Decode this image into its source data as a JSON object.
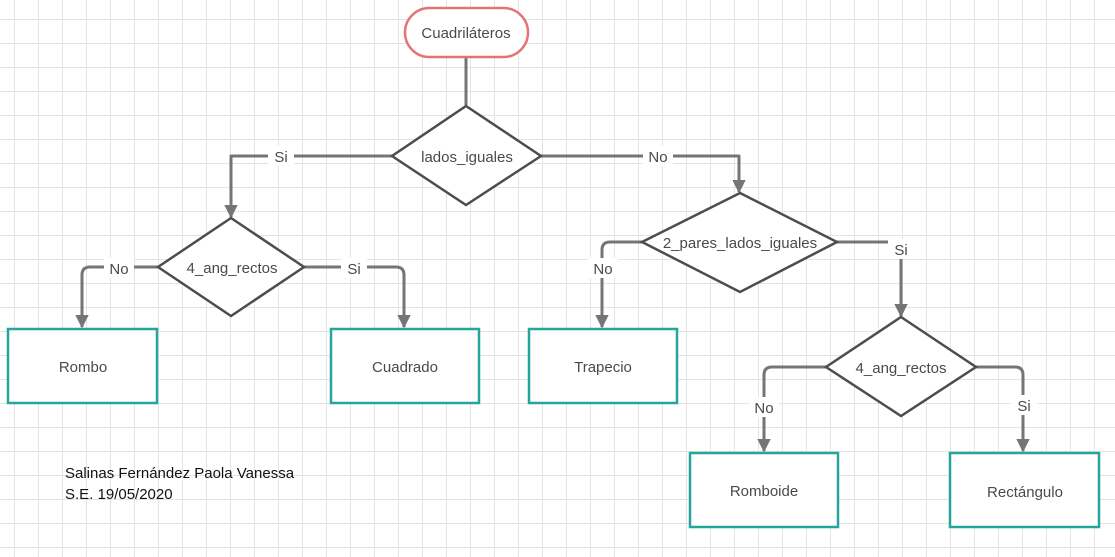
{
  "colors": {
    "start_stroke": "#e57373",
    "decision_stroke": "#4d4d4d",
    "leaf_stroke": "#26a69a",
    "edge": "#757575",
    "text": "#4a4a4a"
  },
  "nodes": {
    "start": "Cuadriláteros",
    "d_lados_iguales": "lados_iguales",
    "d_4_ang_rectos_left": "4_ang_rectos",
    "d_2_pares": "2_pares_lados_iguales",
    "d_4_ang_rectos_right": "4_ang_rectos",
    "rombo": "Rombo",
    "cuadrado": "Cuadrado",
    "trapecio": "Trapecio",
    "romboide": "Romboide",
    "rectangulo": "Rectángulo"
  },
  "edges": {
    "lados_si": "Si",
    "lados_no": "No",
    "left_no": "No",
    "left_si": "Si",
    "pares_no": "No",
    "pares_si": "Si",
    "right_no": "No",
    "right_si": "Si"
  },
  "author": {
    "name": "Salinas Fernández Paola Vanessa",
    "info": "S.E. 19/05/2020"
  }
}
